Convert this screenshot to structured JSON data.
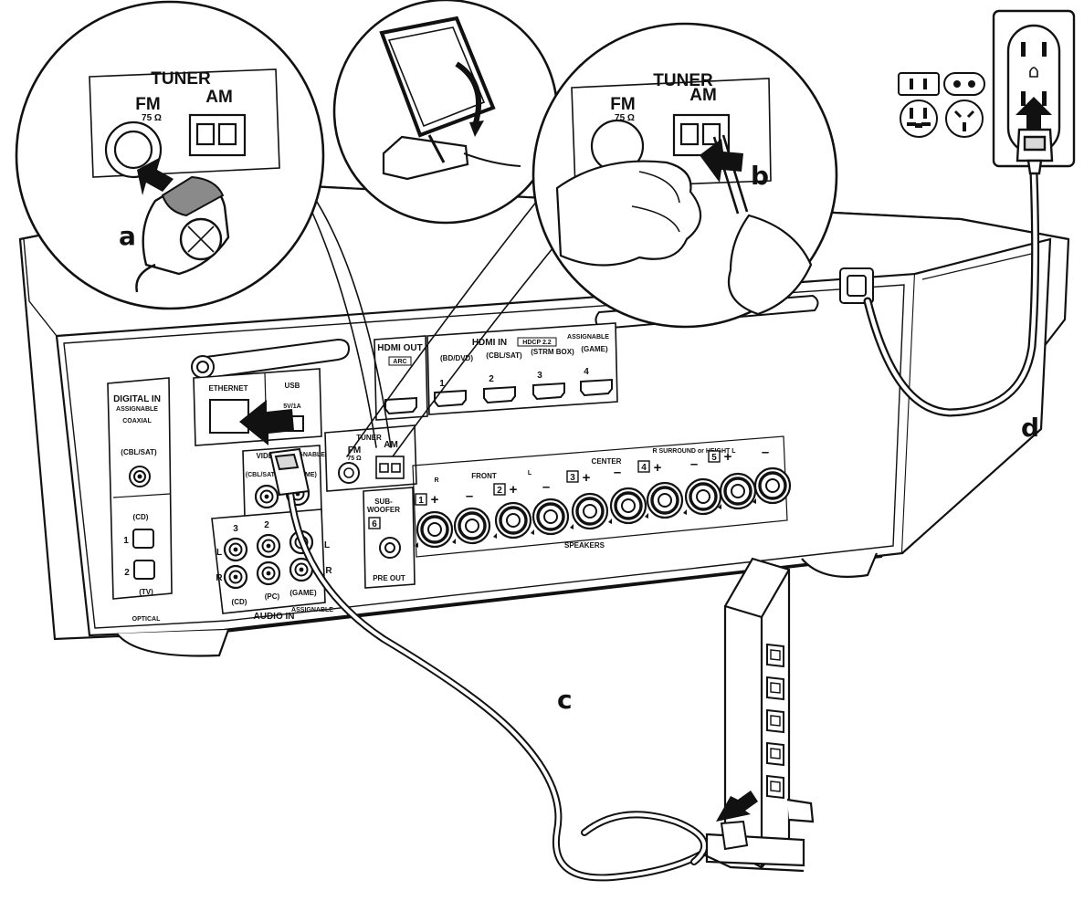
{
  "callouts": {
    "a": "a",
    "b": "b",
    "c": "c",
    "d": "d"
  },
  "zoom_fm": {
    "tuner": "TUNER",
    "fm": "FM",
    "ohm": "75 Ω",
    "am": "AM"
  },
  "zoom_am": {
    "tuner": "TUNER",
    "fm": "FM",
    "ohm": "75 Ω",
    "am": "AM"
  },
  "panel": {
    "digital_in": "DIGITAL IN",
    "assignable_1": "ASSIGNABLE",
    "coaxial": "COAXIAL",
    "cbl_sat_coax": "(CBL/SAT)",
    "cd_opt": "(CD)",
    "num_1": "1",
    "num_2": "2",
    "tv_opt": "(TV)",
    "optical": "OPTICAL",
    "ethernet": "ETHERNET",
    "usb": "USB",
    "usb_rating": "5V/1A",
    "video_in": "VIDEO IN",
    "video_assignable": "ASSIGNABLE",
    "video_num": "1",
    "video_cbl_sat": "(CBL/SAT)",
    "video_game": "(GAME)",
    "audio_in": "AUDIO IN",
    "audio_assignable": "ASSIGNABLE",
    "audio_3": "3",
    "audio_2": "2",
    "audio_cd": "(CD)",
    "audio_pc": "(PC)",
    "audio_game": "(GAME)",
    "l": "L",
    "r": "R",
    "hdmi_out": "HDMI OUT",
    "arc": "ARC",
    "hdmi_in": "HDMI IN",
    "hdcp": "HDCP 2.2",
    "hdmi_assignable": "ASSIGNABLE",
    "hdmi_1": "1",
    "hdmi_1_src": "(BD/DVD)",
    "hdmi_2": "2",
    "hdmi_2_src": "(CBL/SAT)",
    "hdmi_3": "3",
    "hdmi_3_src": "(STRM BOX)",
    "hdmi_4": "4",
    "hdmi_4_src": "(GAME)",
    "tuner": "TUNER",
    "fm": "FM",
    "ohm": "75 Ω",
    "am": "AM",
    "subwoofer": "SUB-",
    "subwoofer_2": "WOOFER",
    "sub_num": "6",
    "pre_out": "PRE OUT",
    "front": "FRONT",
    "front_r": "R",
    "front_l": "L",
    "center": "CENTER",
    "surround": "R SURROUND or HEIGHT L",
    "speakers": "SPEAKERS",
    "sp_1": "1",
    "sp_2": "2",
    "sp_3": "3",
    "sp_4": "4",
    "sp_5": "5",
    "plus": "+",
    "minus": "–"
  },
  "colors": {
    "line": "#111111",
    "fill_light": "#f2f2f2",
    "fill_mid": "#d9d9d9",
    "fill_dark": "#8a8a8a"
  }
}
